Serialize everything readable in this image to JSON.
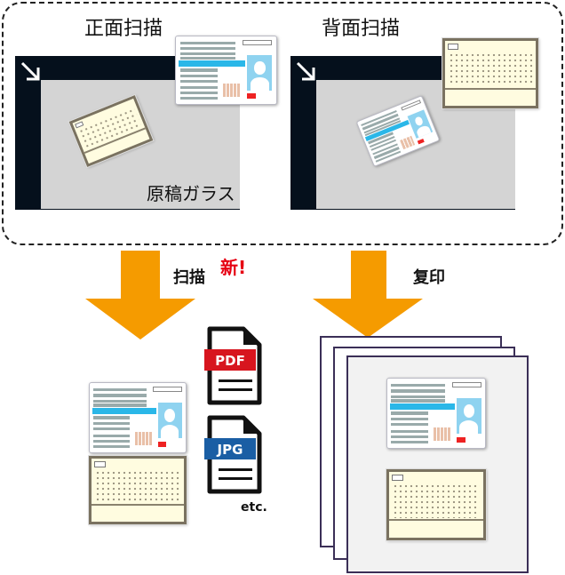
{
  "front_scan": {
    "title": "正面扫描",
    "glass_label": "原稿ガラス"
  },
  "back_scan": {
    "title": "背面扫描"
  },
  "scan_path": {
    "label": "扫描",
    "new_badge": "新!",
    "formats": [
      "PDF",
      "JPG"
    ],
    "more": "etc."
  },
  "copy_path": {
    "label": "复印"
  },
  "colors": {
    "arrow": "#f59b00",
    "pdf": "#d7151e",
    "jpg": "#1a5ea4",
    "new_badge": "#e60012",
    "page_border": "#3b2f57"
  }
}
